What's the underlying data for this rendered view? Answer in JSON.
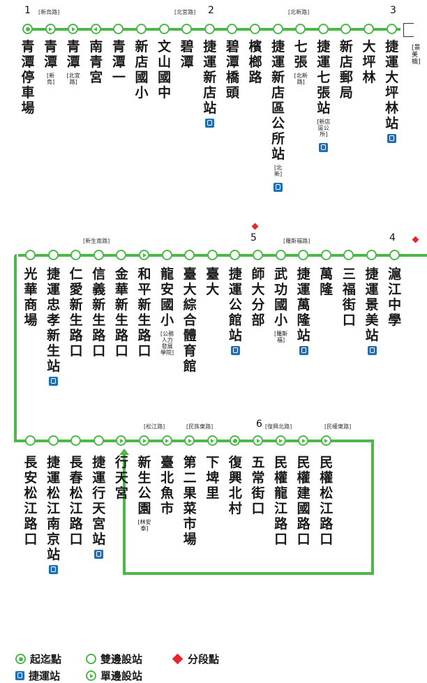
{
  "colors": {
    "line": "#4cb848",
    "mrt": "#1f6fb5",
    "section": "#e8262b"
  },
  "section_numbers": [
    "1",
    "2",
    "3",
    "4",
    "5",
    "6"
  ],
  "row1": {
    "stops": [
      {
        "name": "青潭停車場",
        "marker": "terminal"
      },
      {
        "name": "青潭",
        "sub": "[新烏]",
        "marker": "right"
      },
      {
        "name": "青潭",
        "sub": "[北宜路]",
        "marker": "right"
      },
      {
        "name": "南青宮",
        "marker": "left"
      },
      {
        "name": "青潭一",
        "marker": "both"
      },
      {
        "name": "新店國小",
        "marker": "both"
      },
      {
        "name": "文山國中",
        "marker": "both"
      },
      {
        "name": "碧潭",
        "marker": "both"
      },
      {
        "name": "捷運新店站",
        "mrt": true,
        "marker": "both"
      },
      {
        "name": "碧潭橋頭",
        "marker": "both"
      },
      {
        "name": "檳榔路",
        "marker": "both"
      },
      {
        "name": "捷運新店區公所站",
        "sub": "[北新]",
        "mrt": true,
        "marker": "both"
      },
      {
        "name": "七張",
        "sub": "[北新路]",
        "marker": "both"
      },
      {
        "name": "捷運七張站",
        "sub": "[新店區公所]",
        "mrt": true,
        "marker": "both"
      },
      {
        "name": "新店郵局",
        "marker": "both"
      },
      {
        "name": "大坪林",
        "marker": "both"
      },
      {
        "name": "捷運大坪林站",
        "mrt": true,
        "marker": "both"
      }
    ],
    "roads": [
      "[新烏路]",
      "[北宜路]",
      "[北新路]"
    ],
    "continuation": "[景美橋]"
  },
  "row2": {
    "stops": [
      {
        "name": "光華商場",
        "marker": "both"
      },
      {
        "name": "捷運忠孝新生站",
        "mrt": true,
        "marker": "both"
      },
      {
        "name": "仁愛新生路口",
        "marker": "both"
      },
      {
        "name": "信義新生路口",
        "marker": "both"
      },
      {
        "name": "金華新生路口",
        "marker": "both"
      },
      {
        "name": "和平新生路口",
        "marker": "right"
      },
      {
        "name": "龍安國小",
        "sub": "[公務人力發展學院]",
        "marker": "both"
      },
      {
        "name": "臺大綜合體育館",
        "marker": "both"
      },
      {
        "name": "臺大",
        "marker": "both"
      },
      {
        "name": "捷運公館站",
        "mrt": true,
        "marker": "both"
      },
      {
        "name": "師大分部",
        "marker": "both"
      },
      {
        "name": "武功國小",
        "sub": "[羅斯福]",
        "marker": "both"
      },
      {
        "name": "捷運萬隆站",
        "mrt": true,
        "marker": "both"
      },
      {
        "name": "萬隆",
        "marker": "both"
      },
      {
        "name": "三福街口",
        "marker": "both"
      },
      {
        "name": "捷運景美站",
        "mrt": true,
        "marker": "both"
      },
      {
        "name": "滬江中學",
        "marker": "both"
      }
    ],
    "roads": [
      "[新生南路]",
      "[羅斯福路]"
    ]
  },
  "row3": {
    "stops": [
      {
        "name": "長安松江路口",
        "marker": "both"
      },
      {
        "name": "捷運松江南京站",
        "mrt": true,
        "marker": "both"
      },
      {
        "name": "長春松江路口",
        "marker": "both"
      },
      {
        "name": "捷運行天宮站",
        "mrt": true,
        "marker": "both"
      },
      {
        "name": "行天宮",
        "marker": "right"
      },
      {
        "name": "新生公園",
        "sub": "[林安泰]",
        "marker": "right"
      },
      {
        "name": "臺北魚市",
        "marker": "right"
      },
      {
        "name": "第二果菜市場",
        "marker": "right"
      },
      {
        "name": "下埤里",
        "marker": "right"
      },
      {
        "name": "復興北村",
        "marker": "terminal"
      },
      {
        "name": "五常街口",
        "marker": "right"
      },
      {
        "name": "民權龍江路口",
        "marker": "right"
      },
      {
        "name": "民權建國路口",
        "marker": "right"
      },
      {
        "name": "民權松江路口",
        "marker": "right"
      }
    ],
    "roads": [
      "[松江路]",
      "[民族東路]",
      "[復興北路]",
      "[民權東路]"
    ]
  },
  "legend": {
    "terminal": "起迄點",
    "both": "雙邊設站",
    "section": "分段點",
    "mrt": "捷運站",
    "single": "單邊設站"
  }
}
